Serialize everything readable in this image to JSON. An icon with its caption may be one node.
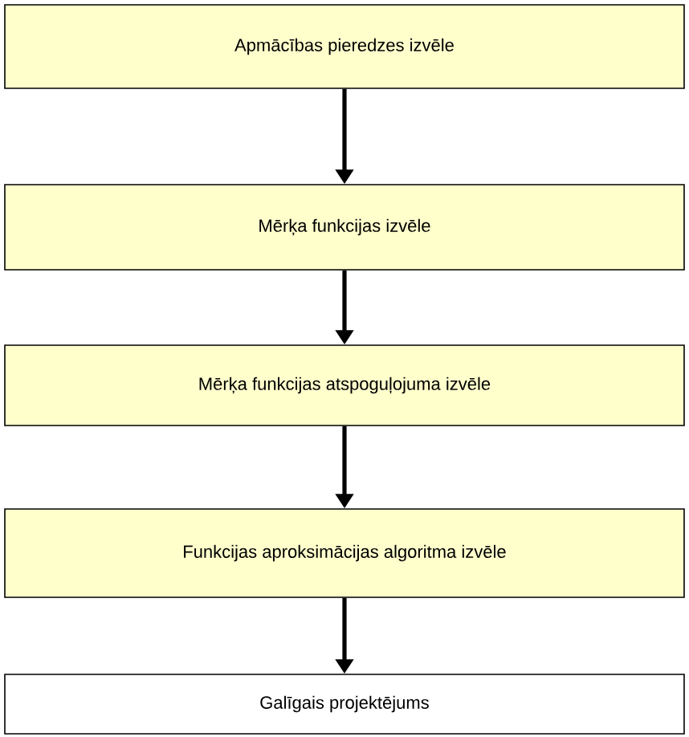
{
  "diagram": {
    "nodes": [
      {
        "text": [
          "Apmācības pieredzes izvēle"
        ]
      },
      {
        "text": [
          "Mērķa funkcijas izvēle"
        ]
      },
      {
        "text": [
          "Mērķa funkcijas atspoguļojuma izvēle"
        ]
      },
      {
        "text": [
          "Funkcijas aproksimācijas algoritma izvēle"
        ]
      },
      {
        "text": [
          "Galīgais projektējums"
        ]
      }
    ],
    "edges": [
      {
        "from": 0,
        "to": 1,
        "arrow": "to"
      },
      {
        "from": 1,
        "to": 2,
        "arrow": "to"
      },
      {
        "from": 2,
        "to": 3,
        "arrow": "to"
      },
      {
        "from": 3,
        "to": 4,
        "arrow": "to"
      }
    ]
  }
}
